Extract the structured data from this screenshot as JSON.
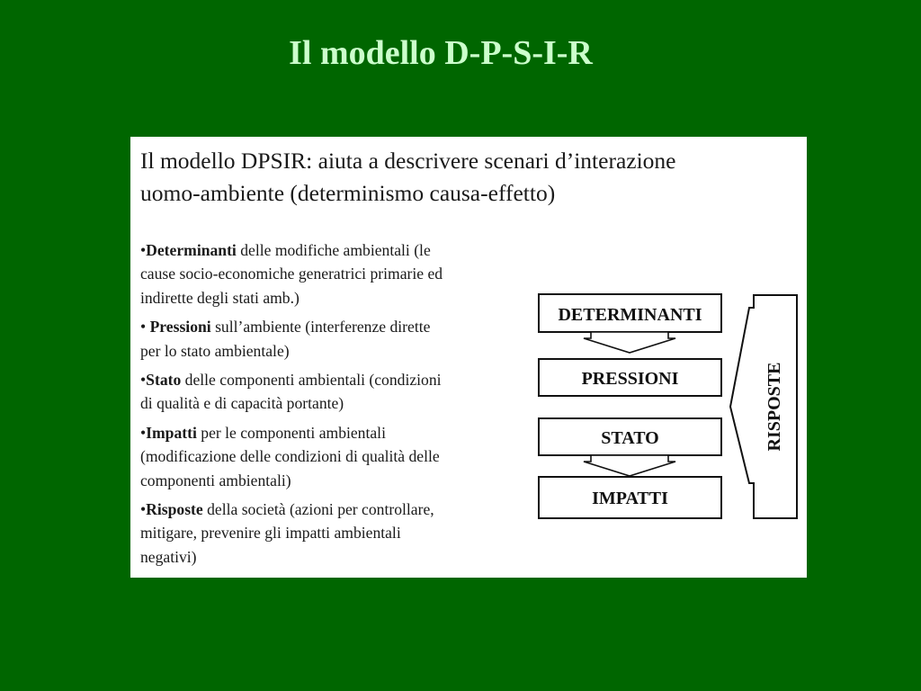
{
  "slide": {
    "title": "Il modello D-P-S-I-R"
  },
  "figure": {
    "intro_lines": [
      "Il modello DPSIR: aiuta a descrivere scenari d’interazione",
      "uomo-ambiente (determinismo causa-effetto)"
    ],
    "items": [
      {
        "lead": "•",
        "term": "Determinanti",
        "lines": [
          " delle modifiche ambientali (le",
          "cause socio-economiche generatrici primarie ed",
          "indirette degli stati amb.)"
        ]
      },
      {
        "lead": "• ",
        "term": "Pressioni",
        "lines": [
          " sull’ambiente (interferenze dirette",
          "per lo stato ambientale)"
        ]
      },
      {
        "lead": "•",
        "term": "Stato",
        "lines": [
          " delle componenti ambientali (condizioni",
          "di qualità e di capacità portante)"
        ]
      },
      {
        "lead": "•",
        "term": "Impatti",
        "lines": [
          " per le componenti ambientali",
          "(modificazione delle condizioni di qualità delle",
          "componenti ambientali)"
        ]
      },
      {
        "lead": "•",
        "term": "Risposte",
        "lines": [
          " della società (azioni per controllare,",
          "mitigare, prevenire gli impatti ambientali",
          "negativi)"
        ]
      }
    ],
    "diagram": {
      "boxes": [
        "DETERMINANTI",
        "PRESSIONI",
        "STATO",
        "IMPATTI"
      ],
      "feedback_label": "RISPOSTE"
    }
  }
}
